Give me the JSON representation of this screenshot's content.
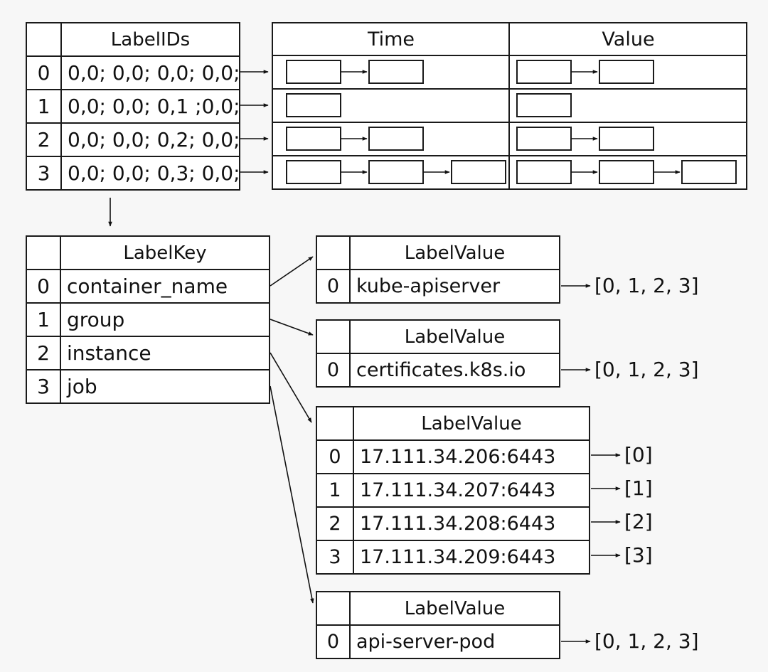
{
  "labels_table": {
    "header": "LabelIDs",
    "rows": [
      {
        "idx": "0",
        "ids": "0,0; 0,0; 0,0; 0,0;",
        "chunks": 2
      },
      {
        "idx": "1",
        "ids": "0,0; 0,0; 0,1 ;0,0;",
        "chunks": 1
      },
      {
        "idx": "2",
        "ids": "0,0; 0,0; 0,2; 0,0;",
        "chunks": 2
      },
      {
        "idx": "3",
        "ids": "0,0; 0,0; 0,3; 0,0;",
        "chunks": 3
      }
    ]
  },
  "series_table": {
    "time_header": "Time",
    "value_header": "Value"
  },
  "labelkey_table": {
    "header": "LabelKey",
    "rows": [
      {
        "idx": "0",
        "key": "container_name"
      },
      {
        "idx": "1",
        "key": "group"
      },
      {
        "idx": "2",
        "key": "instance"
      },
      {
        "idx": "3",
        "key": "job"
      }
    ]
  },
  "labelvalue_tables": [
    {
      "header": "LabelValue",
      "rows": [
        {
          "idx": "0",
          "value": "kube-apiserver",
          "postings": "[0, 1, 2, 3]"
        }
      ]
    },
    {
      "header": "LabelValue",
      "rows": [
        {
          "idx": "0",
          "value": "certificates.k8s.io",
          "postings": "[0, 1, 2, 3]"
        }
      ]
    },
    {
      "header": "LabelValue",
      "rows": [
        {
          "idx": "0",
          "value": "17.111.34.206:6443",
          "postings": "[0]"
        },
        {
          "idx": "1",
          "value": "17.111.34.207:6443",
          "postings": "[1]"
        },
        {
          "idx": "2",
          "value": "17.111.34.208:6443",
          "postings": "[2]"
        },
        {
          "idx": "3",
          "value": "17.111.34.209:6443",
          "postings": "[3]"
        }
      ]
    },
    {
      "header": "LabelValue",
      "rows": [
        {
          "idx": "0",
          "value": "api-server-pod",
          "postings": "[0, 1, 2, 3]"
        }
      ]
    }
  ]
}
